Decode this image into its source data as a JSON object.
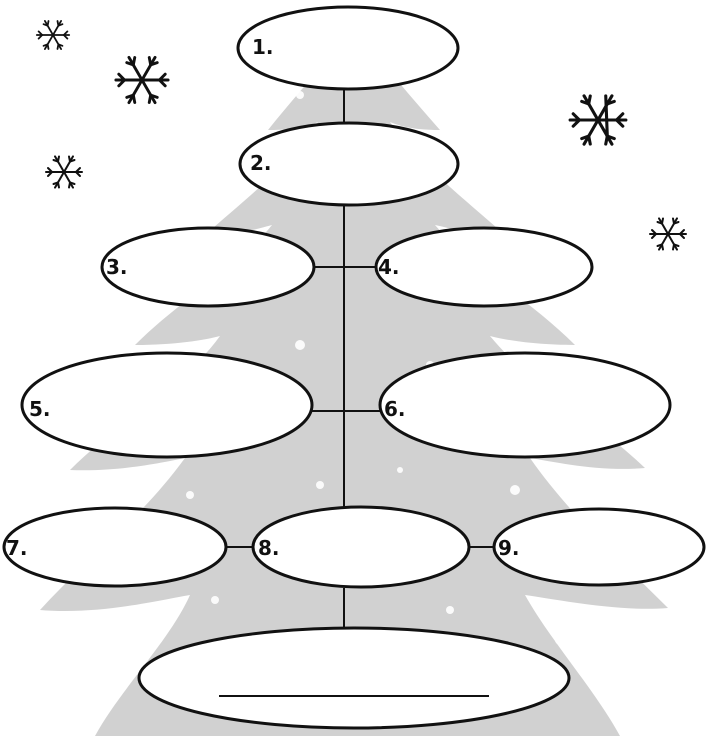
{
  "diagram": {
    "boxes": [
      {
        "number": "1."
      },
      {
        "number": "2."
      },
      {
        "number": "3."
      },
      {
        "number": "4."
      },
      {
        "number": "5."
      },
      {
        "number": "6."
      },
      {
        "number": "7."
      },
      {
        "number": "8."
      },
      {
        "number": "9."
      },
      {
        "number": ""
      }
    ],
    "decoration": {
      "background": "christmas-tree",
      "tree_color": "#c9c9c9",
      "ornaments": "snowflake-icon",
      "line_color": "#111111"
    }
  }
}
